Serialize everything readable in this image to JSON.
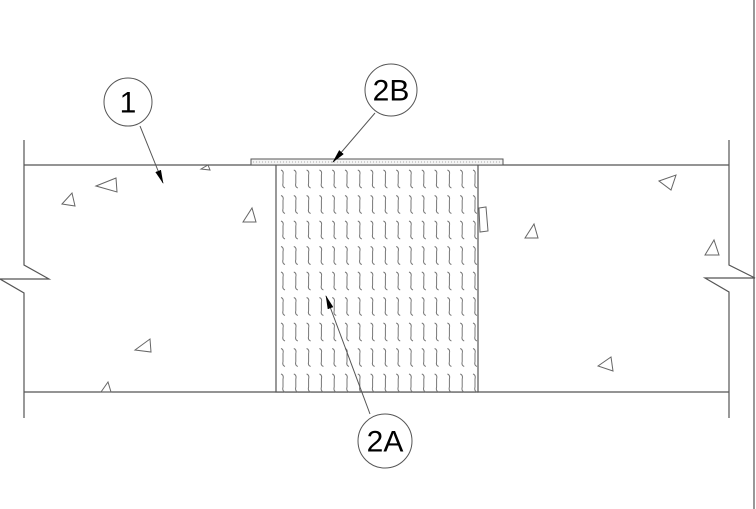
{
  "callouts": {
    "slab": {
      "label": "1"
    },
    "cover": {
      "label": "2B"
    },
    "fill": {
      "label": "2A"
    }
  },
  "colors": {
    "line": "#555555",
    "hatch": "#777777",
    "text": "#000000"
  }
}
